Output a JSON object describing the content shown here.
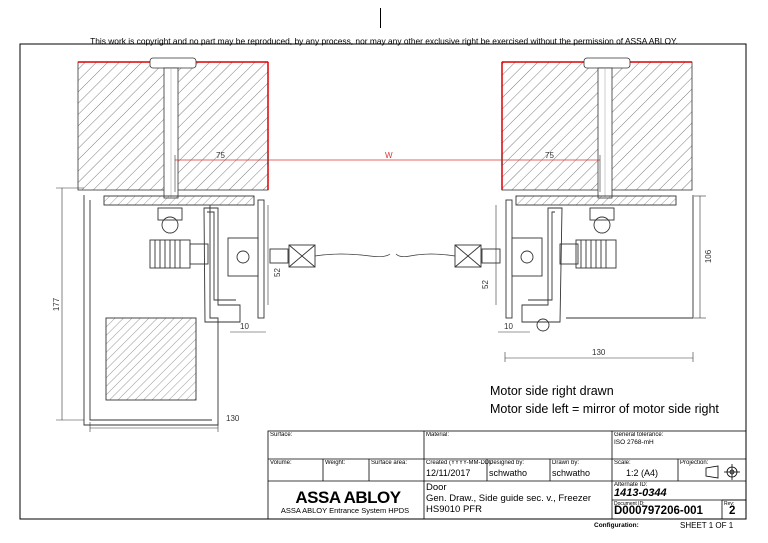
{
  "copyright": "This work  is copyright and no part may be reproduced, by any process, nor may any other exclusive right be exercised without the permission of ASSA ABLOY.",
  "dimensions": {
    "d75_left": "75",
    "d75_right": "75",
    "w": "W",
    "d177": "177",
    "d130_left": "130",
    "d130_right": "130",
    "d52_left": "52",
    "d52_right": "52",
    "d10_left": "10",
    "d10_right": "10",
    "d106": "106"
  },
  "notes": {
    "line1": "Motor side right drawn",
    "line2": "Motor side left = mirror of motor side right"
  },
  "title_block": {
    "surface_label": "Surface:",
    "material_label": "Material:",
    "general_tolerance_label": "General tolerance:",
    "general_tolerance_value": "ISO 2768-mH",
    "volume_label": "Volume:",
    "weight_label": "Weight:",
    "surface_area_label": "Surface area:",
    "created_label": "Created (YYYY-MM-DD):",
    "created_value": "12/11/2017",
    "designed_label": "Designed by:",
    "designed_value": "schwatho",
    "drawn_label": "Drawn by:",
    "drawn_value": "schwatho",
    "scale_label": "Scale:",
    "scale_value": "1:2 (A4)",
    "projection_label": "Projection:",
    "logo": "ASSA ABLOY",
    "company": "ASSA ABLOY Entrance System HPDS",
    "title_line1": "Door",
    "title_line2": "Gen. Draw., Side guide sec. v., Freezer",
    "title_line3": "HS9010 PFR",
    "alternate_id_label": "Alternate ID:",
    "alternate_id_value": "1413-0344",
    "document_id_label": "Document ID:",
    "document_id_value": "D000797206-001",
    "rev_label": "Rev:",
    "rev_value": "2",
    "configuration_label": "Configuration:",
    "sheet": "SHEET 1 OF 1"
  }
}
